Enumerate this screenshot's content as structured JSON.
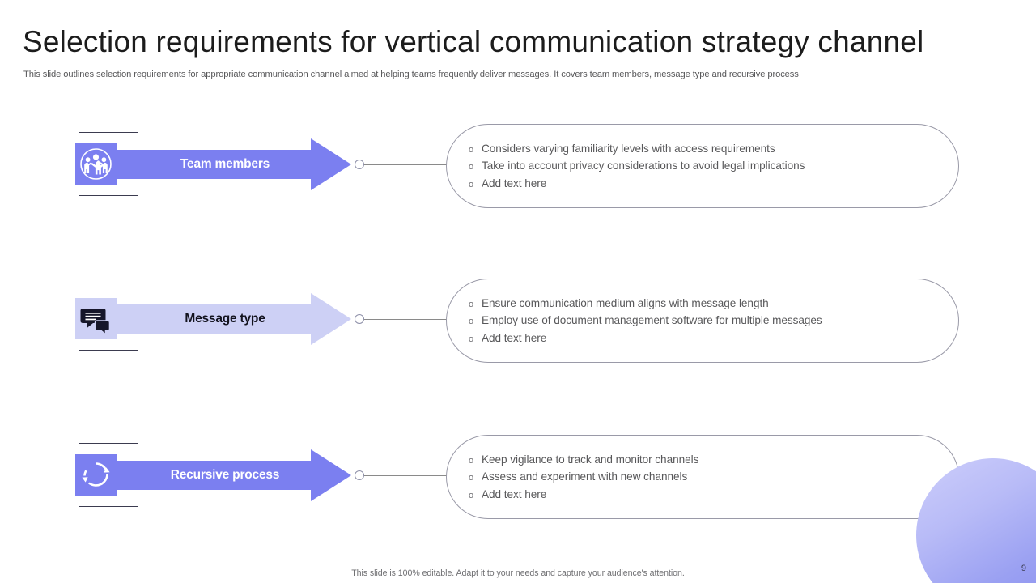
{
  "slide": {
    "title": "Selection requirements for vertical communication strategy channel",
    "subtitle": "This slide outlines selection requirements for appropriate communication channel aimed at helping teams frequently deliver messages. It covers team members, message type and recursive process",
    "footer_note": "This slide is 100% editable. Adapt it to your needs and capture your audience's attention.",
    "page_number": "9"
  },
  "theme": {
    "accent_strong": "#7b7ff0",
    "accent_light": "#cdd0f5",
    "label_text_on_strong": "#ffffff",
    "label_text_on_light": "#13131f",
    "body_text": "#58585a",
    "title_text": "#1c1c1c",
    "card_border": "#9a9aa8",
    "frame_border": "#3b3b4f"
  },
  "rows": [
    {
      "id": "team-members",
      "icon": "team-people-icon",
      "label": "Team members",
      "arrow_color": "#7b7ff0",
      "label_color": "#ffffff",
      "icon_bg": "#7b7ff0",
      "icon_color": "#ffffff",
      "bullet_glyph": "o",
      "bullets": [
        "Considers varying familiarity levels with access requirements",
        "Take into account privacy considerations to avoid legal implications",
        "Add text here"
      ]
    },
    {
      "id": "message-type",
      "icon": "chat-bubbles-icon",
      "label": "Message type",
      "arrow_color": "#cdd0f5",
      "label_color": "#13131f",
      "icon_bg": "#cdd0f5",
      "icon_color": "#16162a",
      "bullet_glyph": "o",
      "bullets": [
        "Ensure communication medium aligns with message length",
        "Employ use of document management software for multiple messages",
        "Add text here"
      ]
    },
    {
      "id": "recursive-process",
      "icon": "recursive-refresh-icon",
      "label": "Recursive process",
      "arrow_color": "#7b7ff0",
      "label_color": "#ffffff",
      "icon_bg": "#7b7ff0",
      "icon_color": "#ffffff",
      "bullet_glyph": "o",
      "bullets": [
        "Keep vigilance to track and monitor channels",
        "Assess and experiment with new channels",
        "Add text here"
      ]
    }
  ]
}
